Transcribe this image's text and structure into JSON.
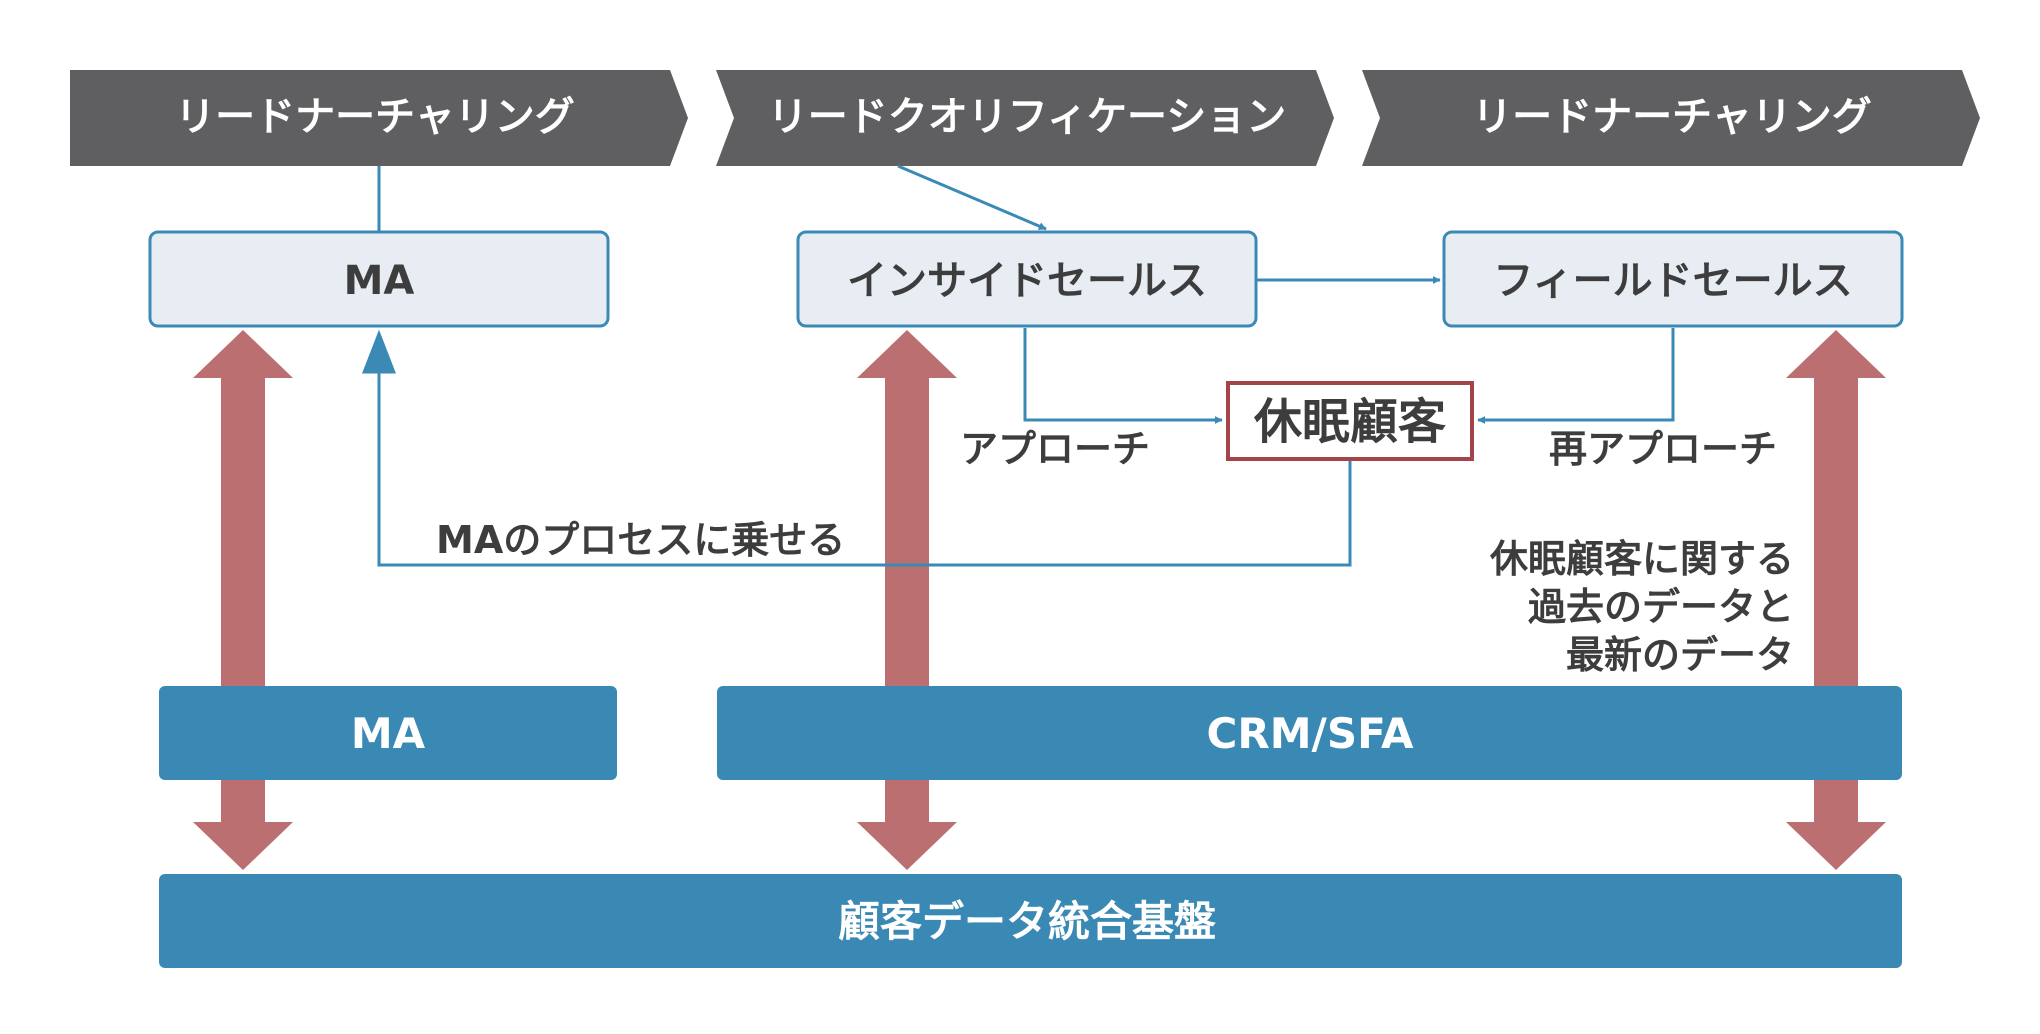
{
  "colors": {
    "stage_bar": "#5f5e60",
    "box_fill": "#e8edf3",
    "box_stroke": "#3a8ab5",
    "system_bar": "#3a89b4",
    "flow_line": "#3a8ab5",
    "data_arrow": "#bb6f71",
    "highlight_border": "#a5434a",
    "text_dark": "#3d3d3d",
    "text_light": "#ffffff"
  },
  "stages": [
    {
      "label": "リードナーチャリング"
    },
    {
      "label": "リードクオリフィケーション"
    },
    {
      "label": "リードナーチャリング"
    }
  ],
  "process_boxes": {
    "ma": "MA",
    "inside_sales": "インサイドセールス",
    "field_sales": "フィールドセールス",
    "dormant": "休眠顧客"
  },
  "flow_labels": {
    "approach": "アプローチ",
    "reapproach": "再アプローチ",
    "to_ma": "MAのプロセスに乗せる",
    "data_note": [
      "休眠顧客に関する",
      "過去のデータと",
      "最新のデータ"
    ]
  },
  "systems": {
    "ma": "MA",
    "crm_sfa": "CRM/SFA",
    "platform": "顧客データ統合基盤"
  }
}
